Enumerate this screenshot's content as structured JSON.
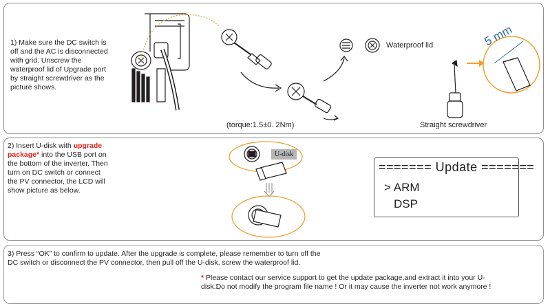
{
  "step1": {
    "text": "1)  Make sure the DC switch is off and the AC is disconnected with grid. Unscrew the waterproof lid of Upgrade port by straight screwdriver as the picture shows.",
    "lines": [
      "1)  Make sure the DC switch is",
      "off and the AC is disconnected",
      "with grid. Unscrew the",
      "waterproof lid of Upgrade port",
      "by straight screwdriver as the",
      "picture shows."
    ],
    "torque": "(torque:1.5±0. 2Nm)",
    "waterproof_lid_label": "Waterproof lid",
    "screwdriver_label": "Straight screwdriver",
    "tip_size": "5 mm",
    "accent_color": "#f0a030"
  },
  "step2": {
    "lines": [
      {
        "pre": "2) Insert U-disk with ",
        "highlight": "upgrade"
      },
      {
        "pre": "",
        "highlight": "package*",
        "post": " into the USB port on"
      },
      {
        "pre": "the bottom of the inverter. Then"
      },
      {
        "pre": "turn on DC switch or connect"
      },
      {
        "pre": "the PV connector, the LCD will"
      },
      {
        "pre": "show picture as below."
      }
    ],
    "udisk_label": "U-disk",
    "lcd": {
      "title": "======= Update =======",
      "title_left": "=======",
      "title_word": "Update",
      "title_right": "=======",
      "cursor": ">",
      "items": [
        "ARM",
        "DSP"
      ]
    },
    "highlight_color": "#e2231a"
  },
  "step3": {
    "lines": [
      "3) Press “OK” to confirm to update.  After the upgrade is complete, please remember to turn off the",
      "DC switch or disconnect the PV connector, then pull off the U-disk, screw the waterproof lid."
    ],
    "note_star": "*",
    "note_lines": [
      " Please contact our service support to get the update package,and extract it into your U-",
      "disk.Do not modify the program file name ! Or it may cause the inverter not work anymore !"
    ]
  }
}
